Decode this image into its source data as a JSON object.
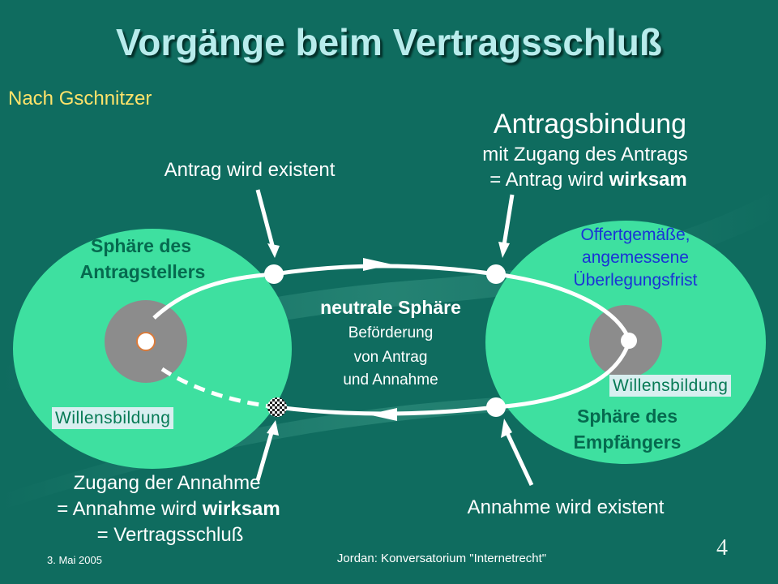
{
  "title": "Vorgänge beim Vertragsschluß",
  "subtitle": "Nach Gschnitzer",
  "antragsbindung": {
    "heading": "Antragsbindung",
    "line1": "mit Zugang des Antrags",
    "line2_prefix": "= Antrag wird ",
    "line2_bold": "wirksam"
  },
  "antrag_existent": "Antrag wird existent",
  "left_sphere": {
    "line1": "Sphäre des",
    "line2": "Antragstellers"
  },
  "right_sphere": {
    "line1": "Sphäre des",
    "line2": "Empfängers"
  },
  "offer_period": {
    "line1": "Offertgemäße,",
    "line2": "angemessene",
    "line3": "Überlegungsfrist"
  },
  "neutral": {
    "heading": "neutrale Sphäre",
    "line1": "Beförderung",
    "line2": "von Antrag",
    "line3": "und Annahme"
  },
  "willensbildung_left": "Willensbildung",
  "willensbildung_right": "Willensbildung",
  "zugang_annahme": {
    "line1": "Zugang der Annahme",
    "line2_prefix": "= Annahme wird ",
    "line2_bold": "wirksam",
    "line3": "= Vertragsschluß"
  },
  "annahme_existent": "Annahme wird existent",
  "footer": {
    "date": "3. Mai 2005",
    "source": "Jordan: Konversatorium \"Internetrecht\"",
    "page": "4"
  },
  "colors": {
    "background": "#0f6c5f",
    "sphere": "#3ee0a0",
    "title": "#b8ecec",
    "subtitle": "#ffe36a",
    "core": "#8c8c8c",
    "label_box": "#d8eff0",
    "blue_text": "#1a33d6"
  }
}
